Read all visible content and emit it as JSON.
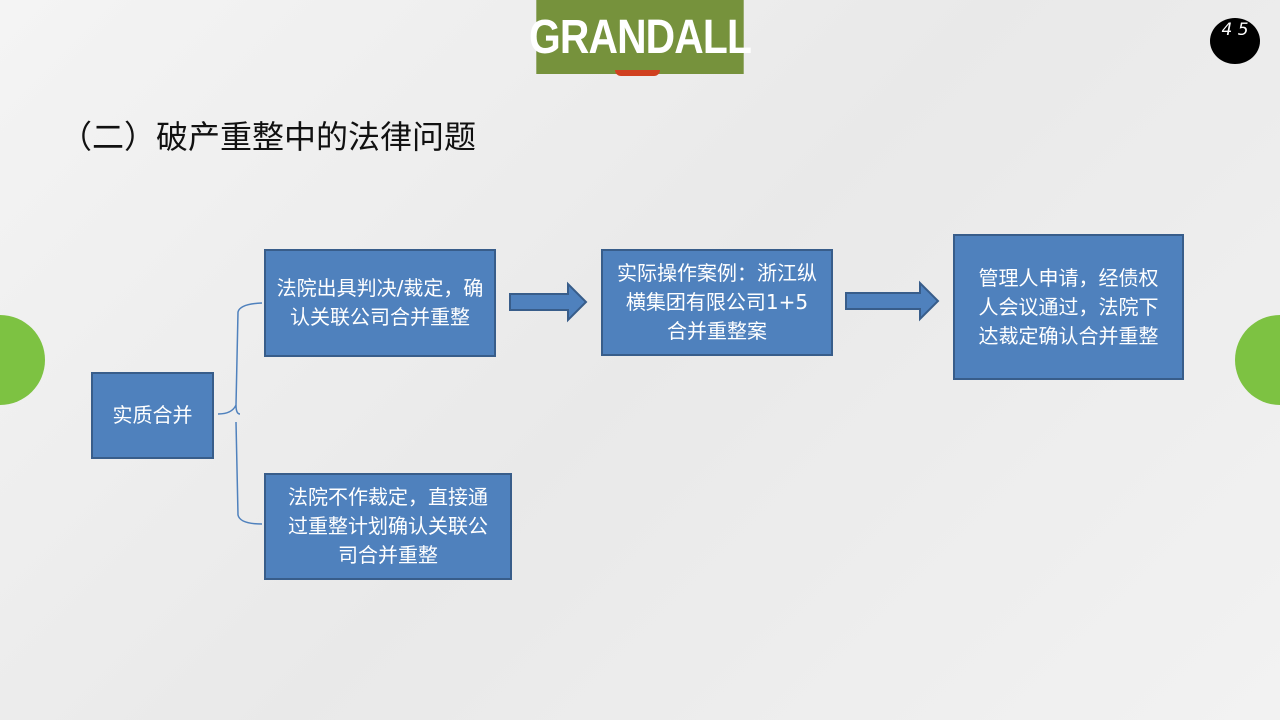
{
  "logo": "GRANDALL",
  "page_number": "4 5",
  "title": "（二）破产重整中的法律问题",
  "diagram": {
    "root": "实质合并",
    "branch_top": "法院出具判决/裁定，确认关联公司合并重整",
    "branch_bottom": "法院不作裁定，直接通过重整计划确认关联公司合并重整",
    "case": "实际操作案例：浙江纵横集团有限公司1+5合并重整案",
    "result": "管理人申请，经债权人会议通过，法院下达裁定确认合并重整"
  }
}
